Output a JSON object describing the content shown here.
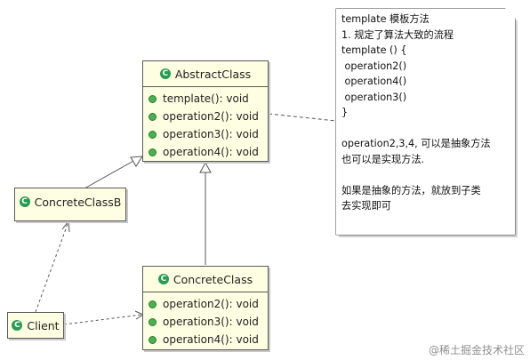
{
  "classes": {
    "abstract": {
      "name": "AbstractClass",
      "operations": [
        "template(): void",
        "operation2(): void",
        "operation3(): void",
        "operation4(): void"
      ]
    },
    "concrete_b": {
      "name": "ConcreteClassB"
    },
    "concrete": {
      "name": "ConcreteClass",
      "operations": [
        "operation2(): void",
        "operation3(): void",
        "operation4(): void"
      ]
    },
    "client": {
      "name": "Client"
    }
  },
  "class_icon_letter": "C",
  "note": {
    "lines": [
      "template 模板方法",
      "1. 规定了算法大致的流程",
      "template () {",
      " operation2()",
      " operation4()",
      " operation3()",
      "}",
      "",
      "operation2,3,4, 可以是抽象方法",
      "也可以是实现方法.",
      "",
      "如果是抽象的方法，就放到子类",
      "去实现即可"
    ]
  },
  "watermark": "@稀土掘金技术社区"
}
